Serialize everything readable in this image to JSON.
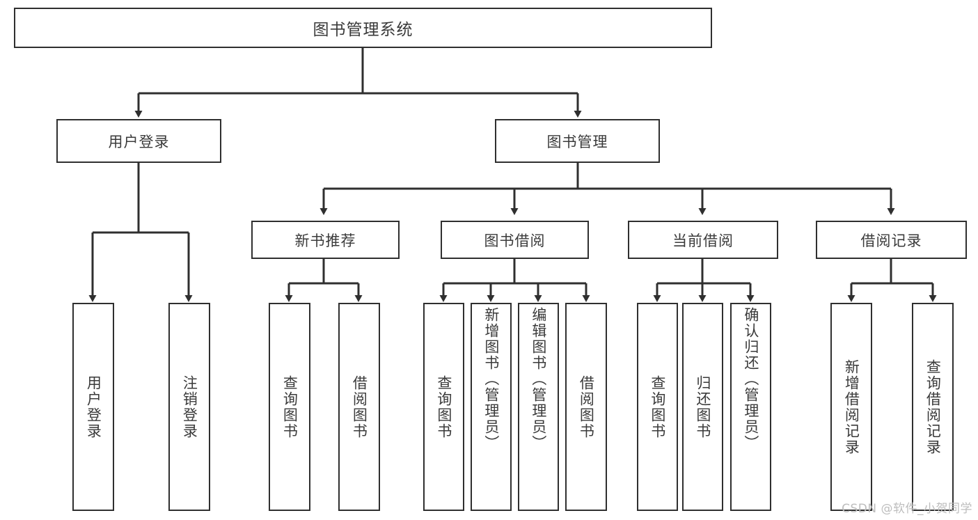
{
  "diagram": {
    "title": "图书管理系统",
    "type": "tree",
    "root": {
      "label": "图书管理系统"
    },
    "level2": [
      {
        "label": "用户登录"
      },
      {
        "label": "图书管理"
      }
    ],
    "level3": [
      {
        "label": "新书推荐"
      },
      {
        "label": "图书借阅"
      },
      {
        "label": "当前借阅"
      },
      {
        "label": "借阅记录"
      }
    ],
    "leaves": {
      "user_login": [
        {
          "label": "用户登录"
        },
        {
          "label": "注销登录"
        }
      ],
      "new_book_recommend": [
        {
          "label": "查询图书"
        },
        {
          "label": "借阅图书"
        }
      ],
      "book_borrow": [
        {
          "label": "查询图书"
        },
        {
          "label": "新增图书（管理员）"
        },
        {
          "label": "编辑图书（管理员）"
        },
        {
          "label": "借阅图书"
        }
      ],
      "current_borrow": [
        {
          "label": "查询图书"
        },
        {
          "label": "归还图书"
        },
        {
          "label": "确认归还（管理员）"
        }
      ],
      "borrow_record": [
        {
          "label": "新增借阅记录"
        },
        {
          "label": "查询借阅记录"
        }
      ]
    }
  },
  "watermark": {
    "text": "CSDN @软件_小贺同学"
  },
  "colors": {
    "box_border": "#2f2f2f",
    "box_fill": "#ffffff",
    "text": "#3a3a3a",
    "wire": "#2f2f2f",
    "watermark": "#bdbdbd"
  }
}
